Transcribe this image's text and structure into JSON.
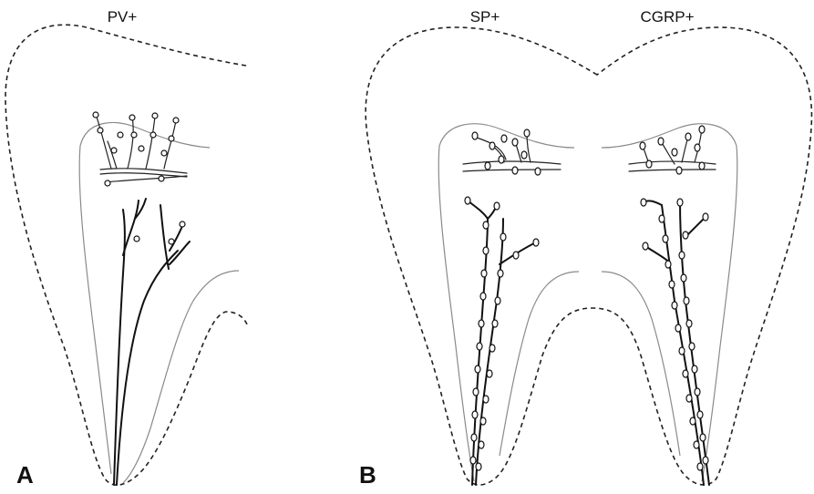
{
  "figure": {
    "panel_a": {
      "letter": "A",
      "label": "PV+"
    },
    "panel_b": {
      "letter": "B",
      "label_left": "SP+",
      "label_right": "CGRP+"
    }
  },
  "colors": {
    "line": "#111111",
    "pulp_outline": "#8a8a8a",
    "background": "#ffffff"
  }
}
